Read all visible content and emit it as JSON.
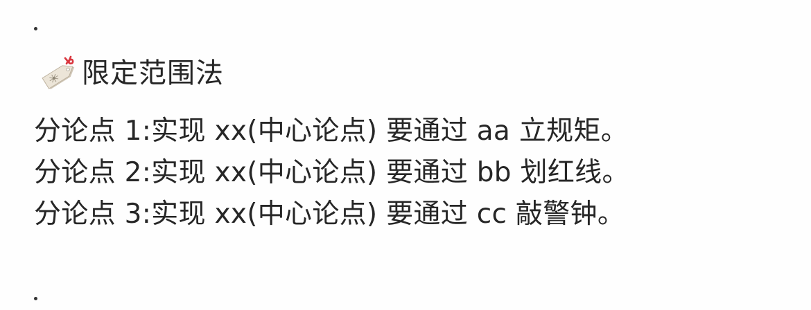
{
  "heading": {
    "icon": "label-tag-icon",
    "text": "限定范围法"
  },
  "points": [
    "分论点 1:实现 xx(中心论点) 要通过 aa 立规矩。",
    "分论点 2:实现 xx(中心论点) 要通过 bb 划红线。",
    "分论点 3:实现 xx(中心论点) 要通过 cc 敲警钟。"
  ],
  "colors": {
    "text": "#262626",
    "tag_body": "#e9e2d6",
    "tag_pin": "#d9363e",
    "background": "#fefefe"
  }
}
